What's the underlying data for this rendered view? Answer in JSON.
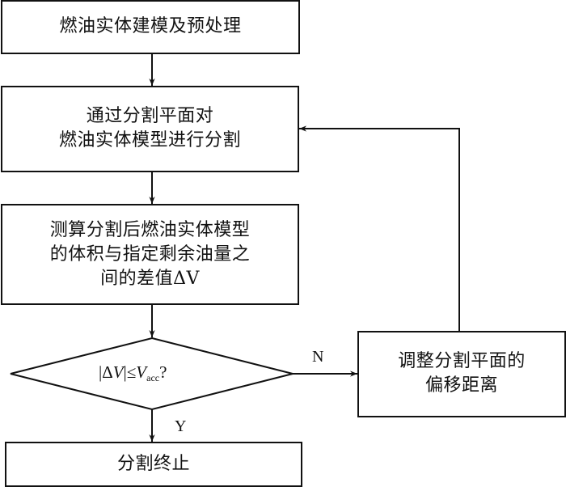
{
  "flowchart": {
    "nodes": {
      "preprocess": {
        "lines": [
          "燃油实体建模及预处理"
        ]
      },
      "split": {
        "lines": [
          "通过分割平面对",
          "燃油实体模型进行分割"
        ]
      },
      "measure": {
        "lines": [
          "测算分割后燃油实体模型",
          "的体积与指定剩余油量之",
          "间的差值ΔV"
        ]
      },
      "decision": {
        "abs_open": "|Δ",
        "var": "V",
        "abs_close": "|",
        "relation": "≤",
        "rhs_var": "V",
        "rhs_sub": "acc",
        "suffix": "?"
      },
      "adjust": {
        "lines": [
          "调整分割平面的",
          "偏移距离"
        ]
      },
      "terminate": {
        "lines": [
          "分割终止"
        ]
      }
    },
    "edges": {
      "no_label": "N",
      "yes_label": "Y"
    }
  }
}
